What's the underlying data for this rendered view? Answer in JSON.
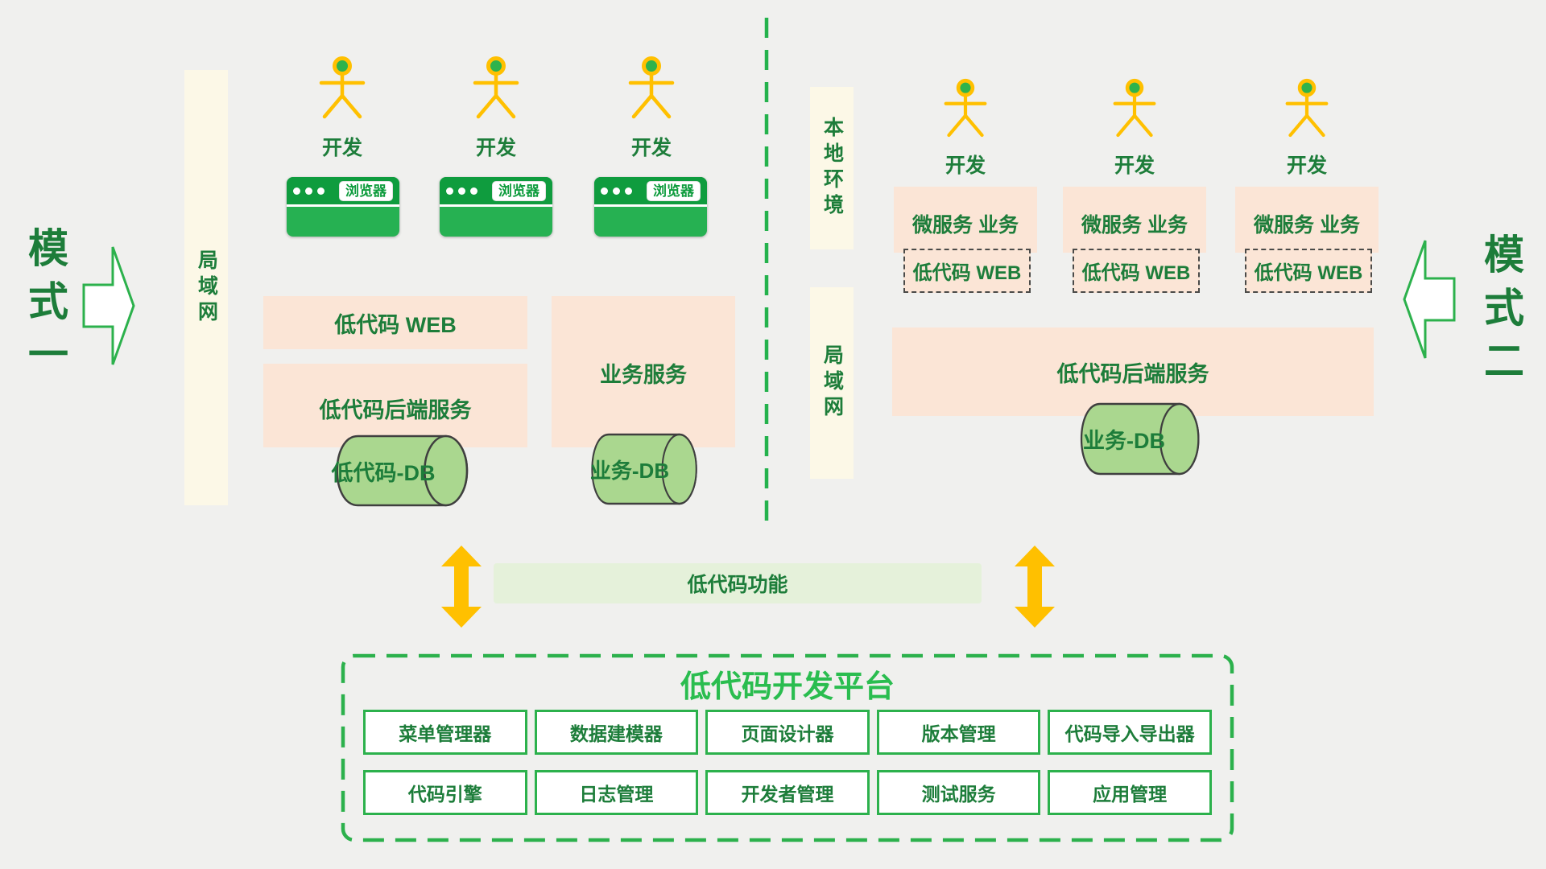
{
  "colors": {
    "background": "#f0f0ee",
    "accent_green_border": "#2cb14c",
    "bright_green_title": "#2abd4f",
    "dark_green_text": "#1d7d3a",
    "peach_box": "#fbe5d6",
    "cream_bar": "#fcf8e7",
    "light_green_bridge": "#e5f1da",
    "cylinder_green": "#aad78f",
    "browser_header_green": "#0f9c3e",
    "browser_body_green": "#26b152",
    "figure_yellow": "#ffc000",
    "arrow_yellow": "#ffc000",
    "dashed_web_border": "#4a4a48"
  },
  "mode_one": {
    "label": "模式一"
  },
  "mode_two": {
    "label": "模式二"
  },
  "left": {
    "lan_label": "局域网",
    "developers": [
      {
        "label": "开发"
      },
      {
        "label": "开发"
      },
      {
        "label": "开发"
      }
    ],
    "browsers": [
      {
        "label": "浏览器"
      },
      {
        "label": "浏览器"
      },
      {
        "label": "浏览器"
      }
    ],
    "web_box": "低代码 WEB",
    "backend_box": "低代码后端服务",
    "business_box": "业务服务",
    "lowcode_db": "低代码-DB",
    "business_db": "业务-DB"
  },
  "right": {
    "local_env_label": "本地环境",
    "lan_label": "局域网",
    "columns": [
      {
        "developer": "开发",
        "service_box": "微服务 业务",
        "web_box": "低代码 WEB"
      },
      {
        "developer": "开发",
        "service_box": "微服务 业务",
        "web_box": "低代码 WEB"
      },
      {
        "developer": "开发",
        "service_box": "微服务 业务",
        "web_box": "低代码 WEB"
      }
    ],
    "backend_box": "低代码后端服务",
    "business_db": "业务-DB"
  },
  "bridge": {
    "label": "低代码功能"
  },
  "platform": {
    "title": "低代码开发平台",
    "modules_row1": [
      "菜单管理器",
      "数据建模器",
      "页面设计器",
      "版本管理",
      "代码导入导出器"
    ],
    "modules_row2": [
      "代码引擎",
      "日志管理",
      "开发者管理",
      "测试服务",
      "应用管理"
    ]
  }
}
